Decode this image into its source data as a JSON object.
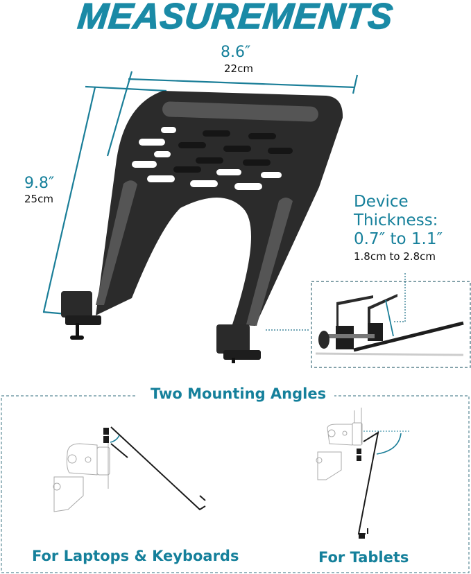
{
  "header": {
    "title": "MEASUREMENTS"
  },
  "dimensions": {
    "width": {
      "inches": "8.6″",
      "cm": "22cm"
    },
    "height": {
      "inches": "9.8″",
      "cm": "25cm"
    }
  },
  "device_thickness": {
    "line1": "Device",
    "line2": "Thickness:",
    "inches": "0.7″ to 1.1″",
    "cm": "1.8cm to 2.8cm"
  },
  "mounting": {
    "title": "Two Mounting Angles",
    "options": [
      {
        "label": "For Laptops & Keyboards"
      },
      {
        "label": "For Tablets"
      }
    ]
  },
  "colors": {
    "accent": "#16809b",
    "product": "#2b2b2b",
    "stripe": "#555555"
  }
}
